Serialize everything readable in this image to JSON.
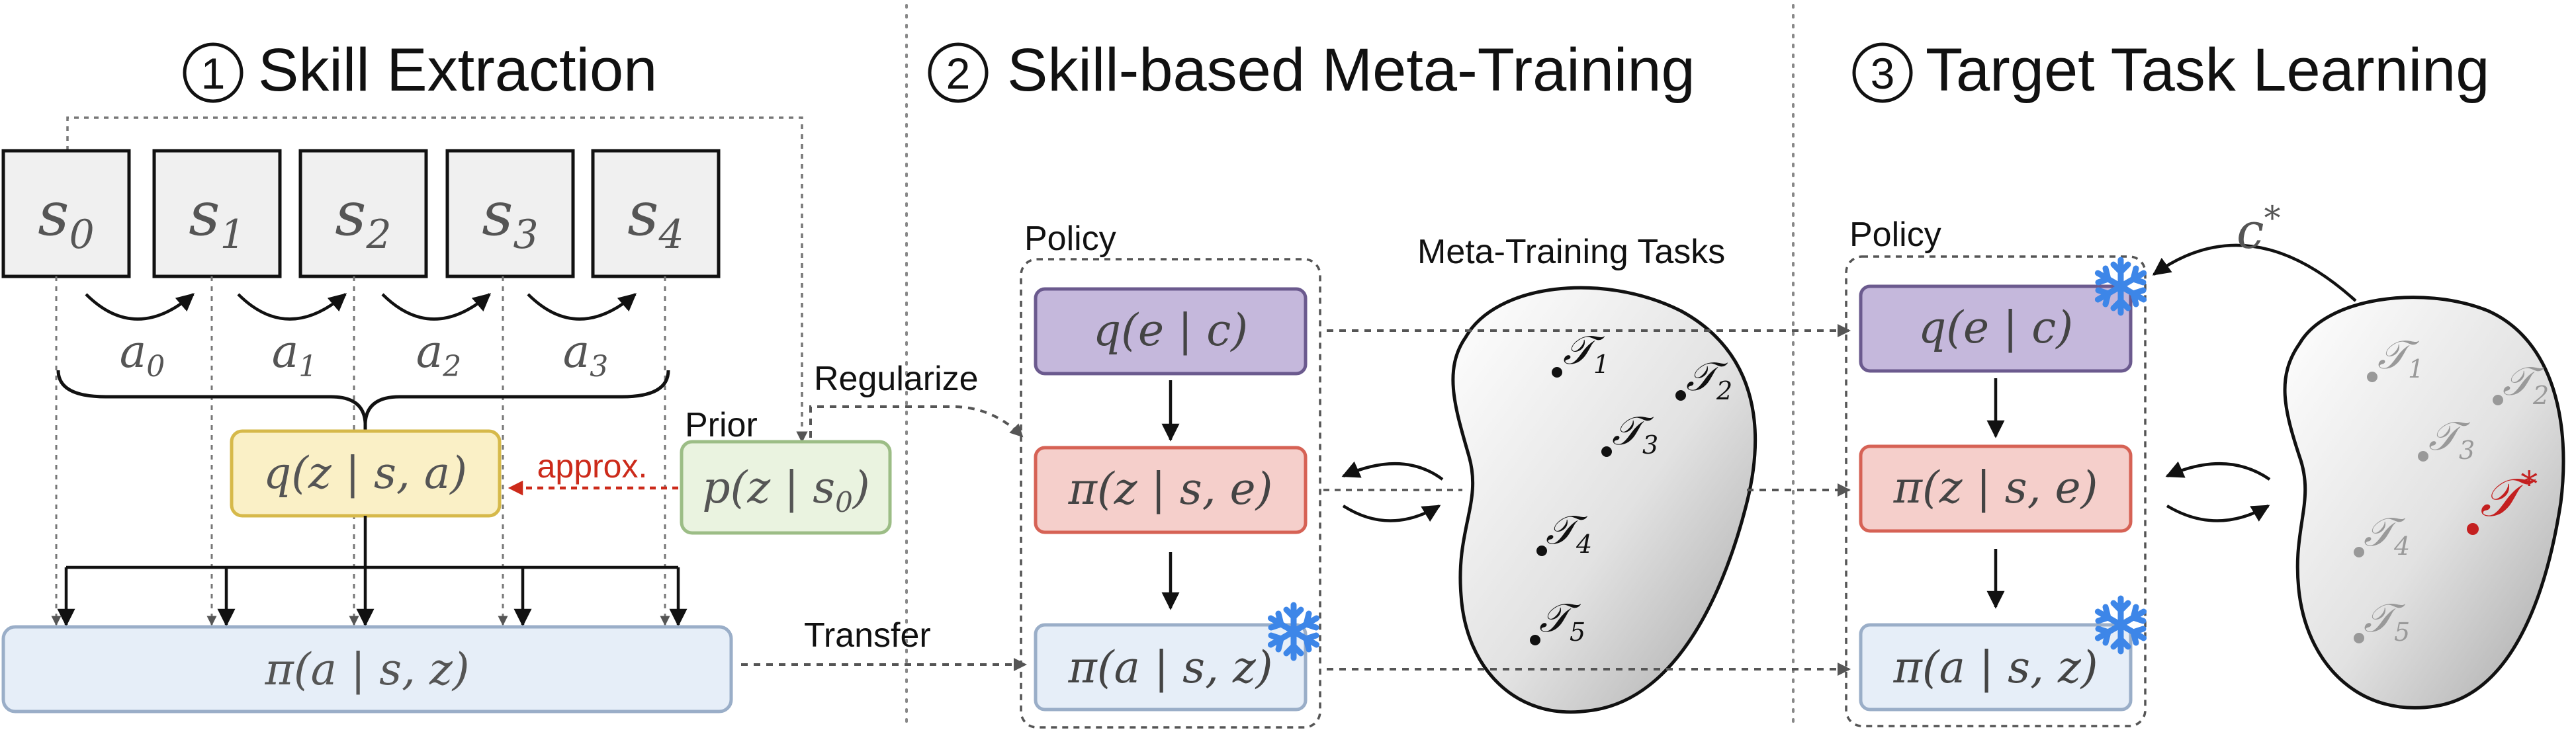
{
  "sections": {
    "skill_extraction": {
      "number": "1",
      "title": "Skill Extraction"
    },
    "meta_training": {
      "number": "2",
      "title": "Skill-based Meta-Training"
    },
    "target_learning": {
      "number": "3",
      "title": "Target Task Learning"
    }
  },
  "states": [
    {
      "base": "s",
      "sub": "0"
    },
    {
      "base": "s",
      "sub": "1"
    },
    {
      "base": "s",
      "sub": "2"
    },
    {
      "base": "s",
      "sub": "3"
    },
    {
      "base": "s",
      "sub": "4"
    }
  ],
  "actions": [
    {
      "base": "a",
      "sub": "0"
    },
    {
      "base": "a",
      "sub": "1"
    },
    {
      "base": "a",
      "sub": "2"
    },
    {
      "base": "a",
      "sub": "3"
    }
  ],
  "boxes": {
    "posterior": "q(z | s, a)",
    "prior_pre": "p(z | s",
    "prior_sub": "0",
    "prior_post": ")",
    "decoder": "π(a | s, z)",
    "meta_encoder": "q(e | c)",
    "meta_high": "π(z | s, e)",
    "meta_low": "π(a | s, z)",
    "target_encoder": "q(e | c)",
    "target_high": "π(z | s, e)",
    "target_low": "π(a | s, z)"
  },
  "labels": {
    "prior": "Prior",
    "approx": "approx.",
    "regularize": "Regularize",
    "transfer": "Transfer",
    "policy_meta": "Policy",
    "policy_target": "Policy",
    "meta_tasks": "Meta-Training Tasks",
    "context_base": "c",
    "context_sup": "*"
  },
  "meta_tasks": [
    {
      "base": "𝒯",
      "sub": "1"
    },
    {
      "base": "𝒯",
      "sub": "2"
    },
    {
      "base": "𝒯",
      "sub": "3"
    },
    {
      "base": "𝒯",
      "sub": "4"
    },
    {
      "base": "𝒯",
      "sub": "5"
    }
  ],
  "target_tasks": [
    {
      "base": "𝒯",
      "sub": "1"
    },
    {
      "base": "𝒯",
      "sub": "2"
    },
    {
      "base": "𝒯",
      "sub": "3"
    },
    {
      "base": "𝒯",
      "sub": "4"
    },
    {
      "base": "𝒯",
      "sub": "5"
    }
  ],
  "target_star": {
    "base": "𝒯",
    "sup": "*"
  },
  "colors": {
    "state_fill": "#f0f0f0",
    "posterior_fill": "#faf0c6",
    "posterior_stroke": "#d6b94a",
    "prior_fill": "#eaf3e0",
    "prior_stroke": "#9cbd86",
    "decoder_fill": "#e6eef8",
    "decoder_stroke": "#9aaec8",
    "encoder_fill": "#c5b8dc",
    "encoder_stroke": "#6b5a8e",
    "high_fill": "#f5cfcb",
    "high_stroke": "#d66255",
    "approx_color": "#cc2a1a",
    "snowflake": "#3d86e8",
    "target_star": "#c42020",
    "faded_task": "#999999"
  }
}
